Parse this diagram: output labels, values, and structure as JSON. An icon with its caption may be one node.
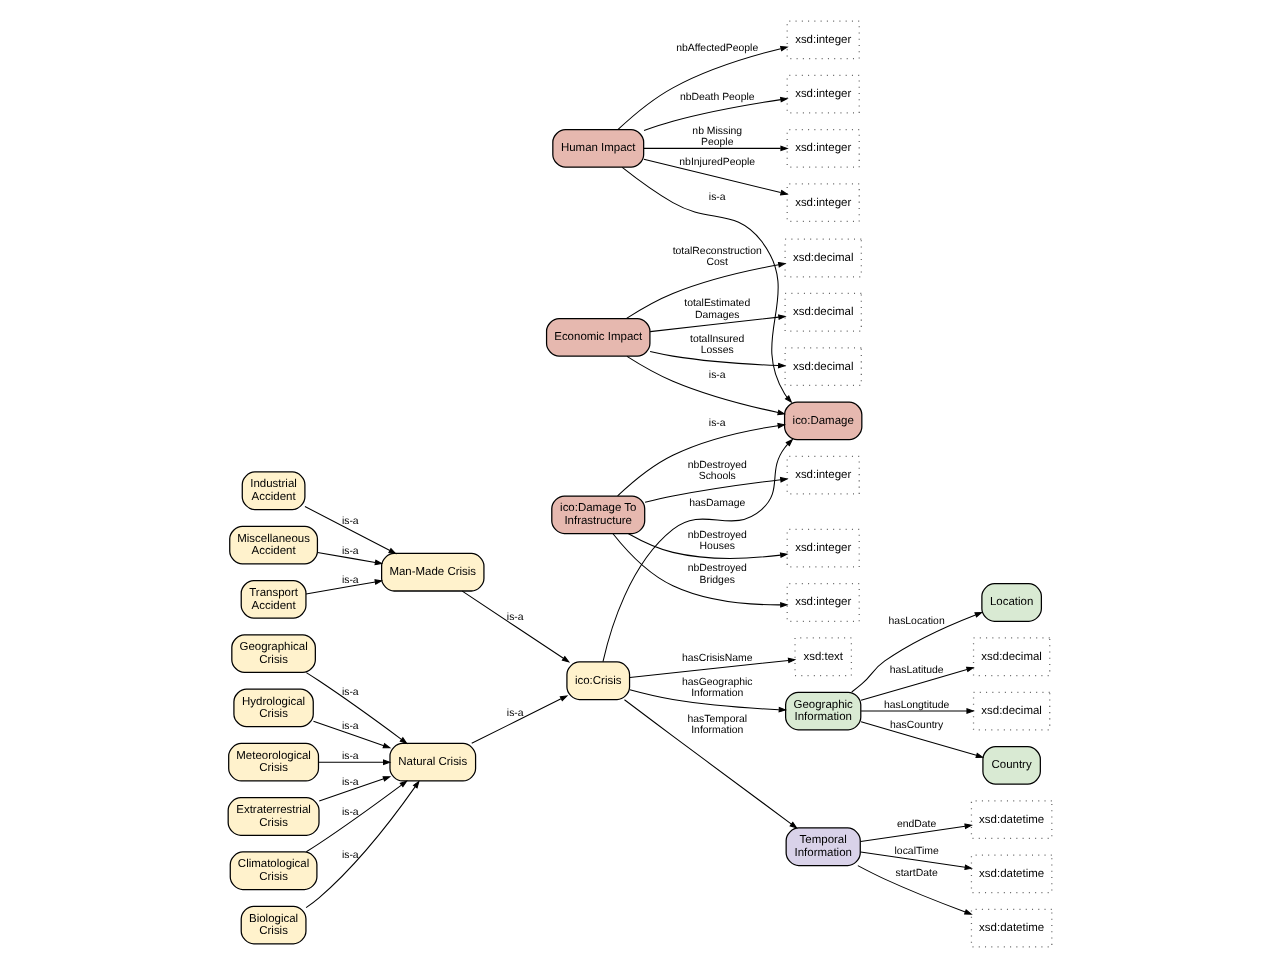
{
  "diagram": {
    "nodes": [
      {
        "text": [
          "Country"
        ]
      },
      {
        "text": [
          "Location"
        ]
      },
      {
        "text": [
          "Industrial Accident"
        ]
      },
      {
        "text": [
          "xsd:decimal"
        ]
      },
      {
        "text": [
          "Geographic Information"
        ]
      },
      {
        "text": [
          "Man-Made Crisis"
        ]
      },
      {
        "text": [
          "Miscellaneous Accident"
        ]
      },
      {
        "text": [
          "xsd:decimal"
        ]
      },
      {
        "text": [
          "Transport Accident"
        ]
      },
      {
        "text": [
          "xsd:datetime"
        ]
      },
      {
        "text": [
          "Temporal Information"
        ]
      },
      {
        "text": [
          "ico:Crisis"
        ]
      },
      {
        "text": [
          "xsd:text"
        ]
      },
      {
        "text": [
          "xsd:datetime"
        ]
      },
      {
        "text": [
          "xsd:datetime"
        ]
      },
      {
        "text": [
          "ico:Damage"
        ]
      },
      {
        "text": [
          "Extraterrestrial Crisis"
        ]
      },
      {
        "text": [
          "Human Impact"
        ]
      },
      {
        "text": [
          "Climatological Crisis"
        ]
      },
      {
        "text": [
          "Economic Impact"
        ]
      },
      {
        "text": [
          "ico:Damage To Infrastructure"
        ]
      },
      {
        "text": [
          "Natural Crisis"
        ]
      },
      {
        "text": [
          "Biological Crisis"
        ]
      },
      {
        "text": [
          "xsd:integer"
        ]
      },
      {
        "text": [
          "Geographical Crisis"
        ]
      },
      {
        "text": [
          "xsd:decimal"
        ]
      },
      {
        "text": [
          "xsd:integer"
        ]
      },
      {
        "text": [
          "xsd:integer"
        ]
      },
      {
        "text": [
          "Hydrological Crisis"
        ]
      },
      {
        "text": [
          "xsd:integer"
        ]
      },
      {
        "text": [
          "xsd:decimal"
        ]
      },
      {
        "text": [
          "xsd:integer"
        ]
      },
      {
        "text": [
          "Meteorological Crisis"
        ]
      },
      {
        "text": [
          "xsd:integer"
        ]
      },
      {
        "text": [
          "xsd:decimal"
        ]
      },
      {
        "text": [
          "xsd:integer"
        ]
      }
    ],
    "edges": [
      {
        "from": 4,
        "to": 0,
        "arrow": "to",
        "label": "hasCountry"
      },
      {
        "from": 4,
        "to": 1,
        "arrow": "to",
        "label": "hasLocation"
      },
      {
        "from": 4,
        "to": 3,
        "arrow": "to",
        "label": "hasLatitude"
      },
      {
        "from": 4,
        "to": 7,
        "arrow": "to",
        "label": "hasLongtitude"
      },
      {
        "from": 2,
        "to": 5,
        "arrow": "to",
        "label": "is-a"
      },
      {
        "from": 6,
        "to": 5,
        "arrow": "to",
        "label": "is-a"
      },
      {
        "from": 8,
        "to": 5,
        "arrow": "to",
        "label": "is-a"
      },
      {
        "from": 5,
        "to": 11,
        "arrow": "to",
        "label": "is-a"
      },
      {
        "from": 11,
        "to": 4,
        "arrow": "to",
        "label": "hasGeographic Information"
      },
      {
        "from": 11,
        "to": 10,
        "arrow": "to",
        "label": "hasTemporal Information"
      },
      {
        "from": 10,
        "to": 9,
        "arrow": "to",
        "label": "localTime"
      },
      {
        "from": 10,
        "to": 13,
        "arrow": "to",
        "label": "startDate"
      },
      {
        "from": 10,
        "to": 14,
        "arrow": "to",
        "label": "endDate"
      },
      {
        "from": 11,
        "to": 12,
        "arrow": "to",
        "label": "hasCrisisName"
      },
      {
        "from": 11,
        "to": 15,
        "arrow": "to",
        "label": "hasDamage"
      },
      {
        "from": 21,
        "to": 11,
        "arrow": "to",
        "label": "is-a"
      },
      {
        "from": 17,
        "to": 15,
        "arrow": "to",
        "label": "is-a"
      },
      {
        "from": 19,
        "to": 15,
        "arrow": "to",
        "label": "is-a"
      },
      {
        "from": 20,
        "to": 15,
        "arrow": "to",
        "label": "is-a"
      },
      {
        "from": 16,
        "to": 21,
        "arrow": "to",
        "label": "is-a"
      },
      {
        "from": 18,
        "to": 21,
        "arrow": "to",
        "label": "is-a"
      },
      {
        "from": 22,
        "to": 21,
        "arrow": "to",
        "label": "is-a"
      },
      {
        "from": 24,
        "to": 21,
        "arrow": "to",
        "label": "is-a"
      },
      {
        "from": 28,
        "to": 21,
        "arrow": "to",
        "label": "is-a"
      },
      {
        "from": 32,
        "to": 21,
        "arrow": "to",
        "label": "is-a"
      },
      {
        "from": 17,
        "to": 23,
        "arrow": "to",
        "label": "nbDeath People"
      },
      {
        "from": 17,
        "to": 26,
        "arrow": "to",
        "label": "nb Missing People"
      },
      {
        "from": 17,
        "to": 29,
        "arrow": "to",
        "label": "nbInjuredPeople"
      },
      {
        "from": 17,
        "to": 33,
        "arrow": "to",
        "label": "nbAffectedPeople"
      },
      {
        "from": 19,
        "to": 25,
        "arrow": "to",
        "label": "totalEstimated Damages"
      },
      {
        "from": 19,
        "to": 30,
        "arrow": "to",
        "label": "totalInsured Losses"
      },
      {
        "from": 19,
        "to": 34,
        "arrow": "to",
        "label": "totalReconstruction Cost"
      },
      {
        "from": 20,
        "to": 27,
        "arrow": "to",
        "label": "nbDestroyed Houses"
      },
      {
        "from": 20,
        "to": 31,
        "arrow": "to",
        "label": "nbDestroyed Bridges"
      },
      {
        "from": 20,
        "to": 35,
        "arrow": "to",
        "label": "nbDestroyed Schools"
      }
    ]
  }
}
